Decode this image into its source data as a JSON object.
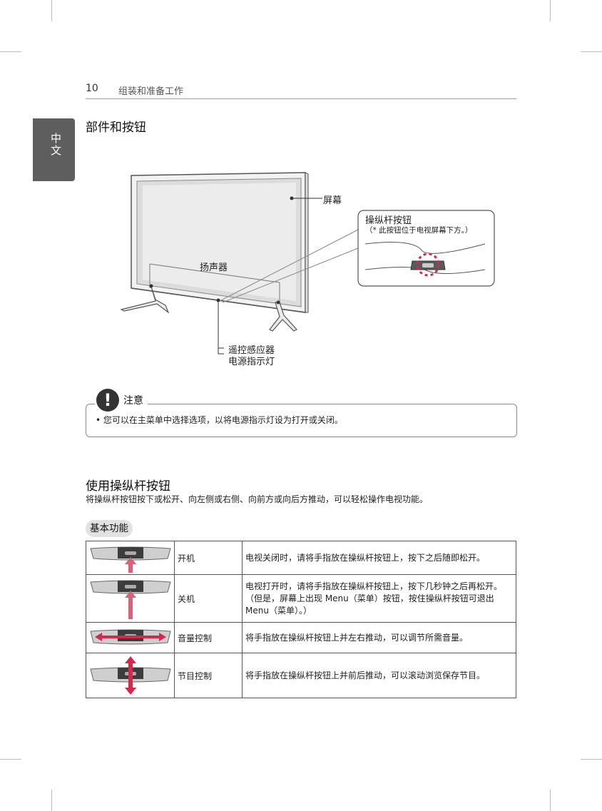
{
  "header": {
    "page_number": "10",
    "section": "组装和准备工作"
  },
  "language_tab": "中文",
  "parts": {
    "title": "部件和按钮",
    "labels": {
      "screen": "屏幕",
      "speaker": "扬声器",
      "sensor_line1": "遥控感应器",
      "sensor_line2": "电源指示灯",
      "joystick_title": "操纵杆按钮",
      "joystick_note": "（* 此按钮位于电视屏幕下方。）"
    }
  },
  "note": {
    "icon": "exclamation-icon",
    "label": "注意",
    "text": "•  您可以在主菜单中选择选项，以将电源指示灯设为打开或关闭。"
  },
  "joystick_section": {
    "title": "使用操纵杆按钮",
    "description": "将操纵杆按钮按下或松开、向左侧或右侧、向前方或向后方推动，可以轻松操作电视功能。"
  },
  "basic_functions": {
    "tag": "基本功能",
    "rows": [
      {
        "name": "开机",
        "description": "电视关闭时，请将手指放在操纵杆按钮上，按下之后随即松开。",
        "icon": "arrow-up-short-icon"
      },
      {
        "name": "关机",
        "description": "电视打开时，请将手指放在操纵杆按钮上，按下几秒钟之后再松开。 （但是，屏幕上出现 Menu（菜单）按钮，按住操纵杆按钮可退出 Menu（菜单）。）",
        "icon": "arrow-up-long-icon"
      },
      {
        "name": "音量控制",
        "description": "将手指放在操纵杆按钮上并左右推动，可以调节所需音量。",
        "icon": "arrow-left-right-icon"
      },
      {
        "name": "节目控制",
        "description": "将手指放在操纵杆按钮上并前后推动，可以滚动浏览保存节目。",
        "icon": "arrow-up-down-icon"
      }
    ]
  },
  "colors": {
    "arrow": "#d9627a",
    "tab": "#5e5e5e",
    "highlight": "#d6284b"
  }
}
